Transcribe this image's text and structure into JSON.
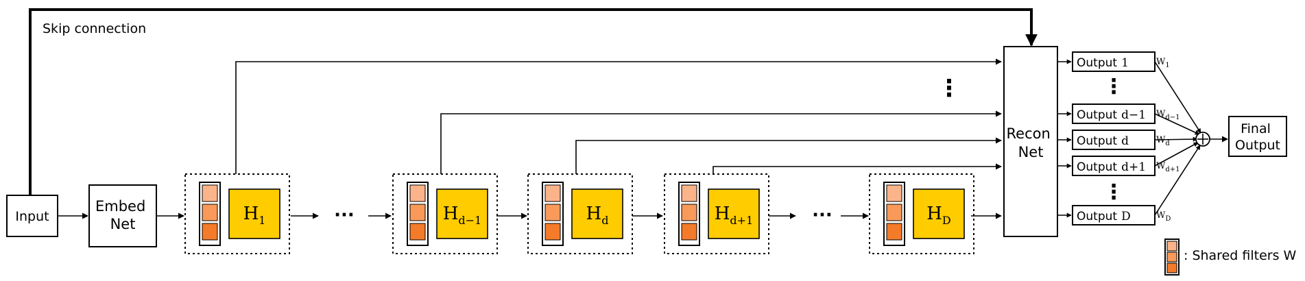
{
  "skip_label": "Skip connection",
  "input_label": "Input",
  "embed_label": [
    "Embed",
    "Net"
  ],
  "recon_label": [
    "Recon",
    "Net"
  ],
  "final_label": [
    "Final",
    "Output"
  ],
  "ellipsis": "···",
  "vdots": "⋮",
  "blocks": [
    {
      "main": "H",
      "sub": "1"
    },
    {
      "main": "H",
      "sub": "d−1"
    },
    {
      "main": "H",
      "sub": "d"
    },
    {
      "main": "H",
      "sub": "d+1"
    },
    {
      "main": "H",
      "sub": "D"
    }
  ],
  "outputs": [
    {
      "label": "Output",
      "idx": "1",
      "w": "W",
      "wsub": "1"
    },
    {
      "label": "Output",
      "idx": "d−1",
      "w": "W",
      "wsub": "d−1"
    },
    {
      "label": "Output",
      "idx": "d",
      "w": "W",
      "wsub": "d"
    },
    {
      "label": "Output",
      "idx": "d+1",
      "w": "W",
      "wsub": "d+1"
    },
    {
      "label": "Output",
      "idx": "D",
      "w": "W",
      "wsub": "D"
    }
  ],
  "legend": ": Shared filters W",
  "colors": {
    "block_fill": "#ffcc00",
    "filter_light": "#fbb48a",
    "filter_mid": "#f99a5a",
    "filter_dark": "#f47b2a"
  }
}
